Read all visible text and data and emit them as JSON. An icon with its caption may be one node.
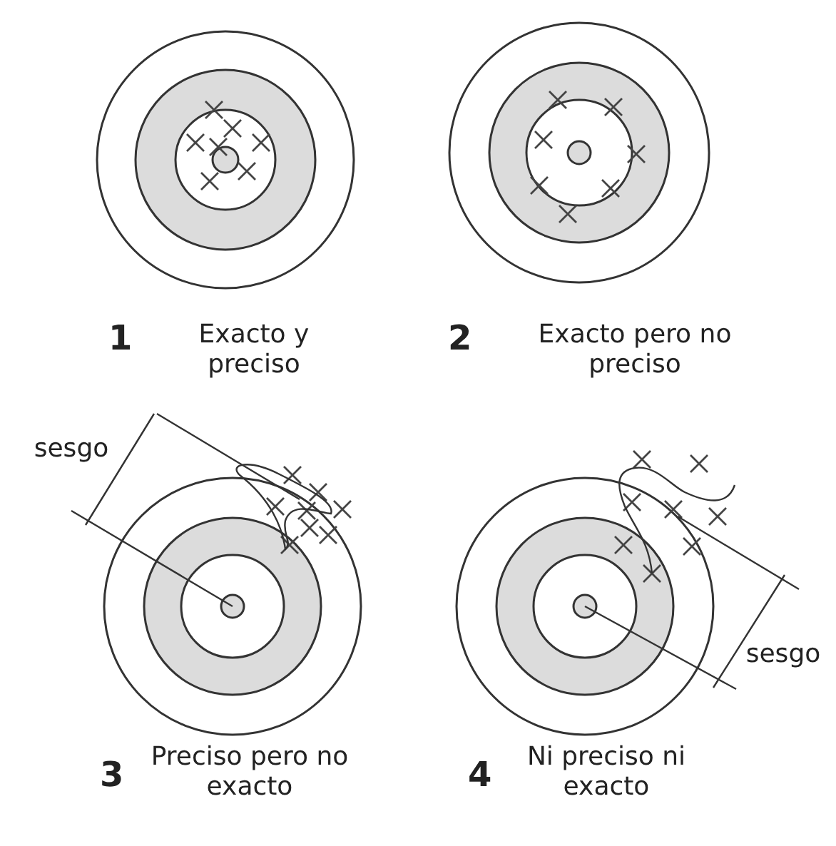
{
  "diagram": {
    "labels": [
      "1",
      "Exacto y preciso",
      "2",
      "Exacto pero no preciso",
      "sesgo",
      "sesgo",
      "3",
      "Preciso pero no exacto",
      "4",
      "Ni preciso ni exacto"
    ]
  }
}
